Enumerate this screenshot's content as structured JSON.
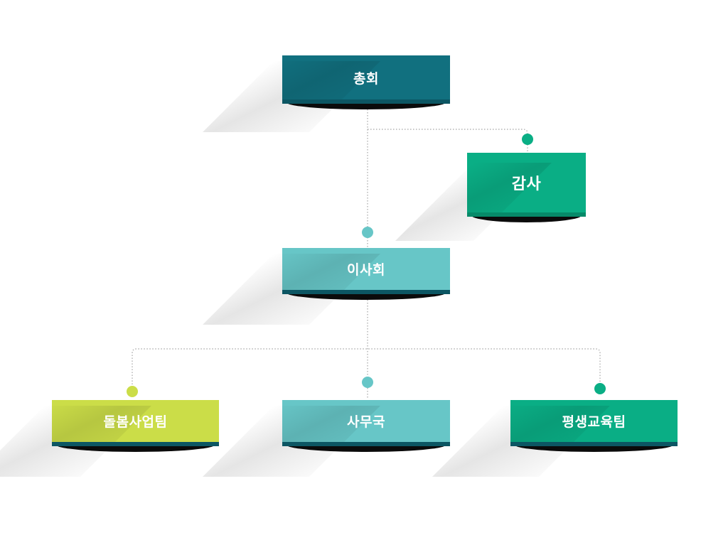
{
  "nodes": {
    "general_assembly": "총회",
    "audit": "감사",
    "board": "이사회",
    "care_team": "돌봄사업팀",
    "secretariat": "사무국",
    "education_team": "평생교육팀"
  },
  "colors": {
    "dark_teal": "#11707f",
    "dark_teal_base": "#0c5663",
    "green": "#0aae85",
    "green_base": "#068a69",
    "light_teal": "#67c6c7",
    "light_teal_base": "#0c5663",
    "lime": "#cbdd48",
    "lime_base": "#0c5663",
    "connector": "#9a9a9a"
  }
}
